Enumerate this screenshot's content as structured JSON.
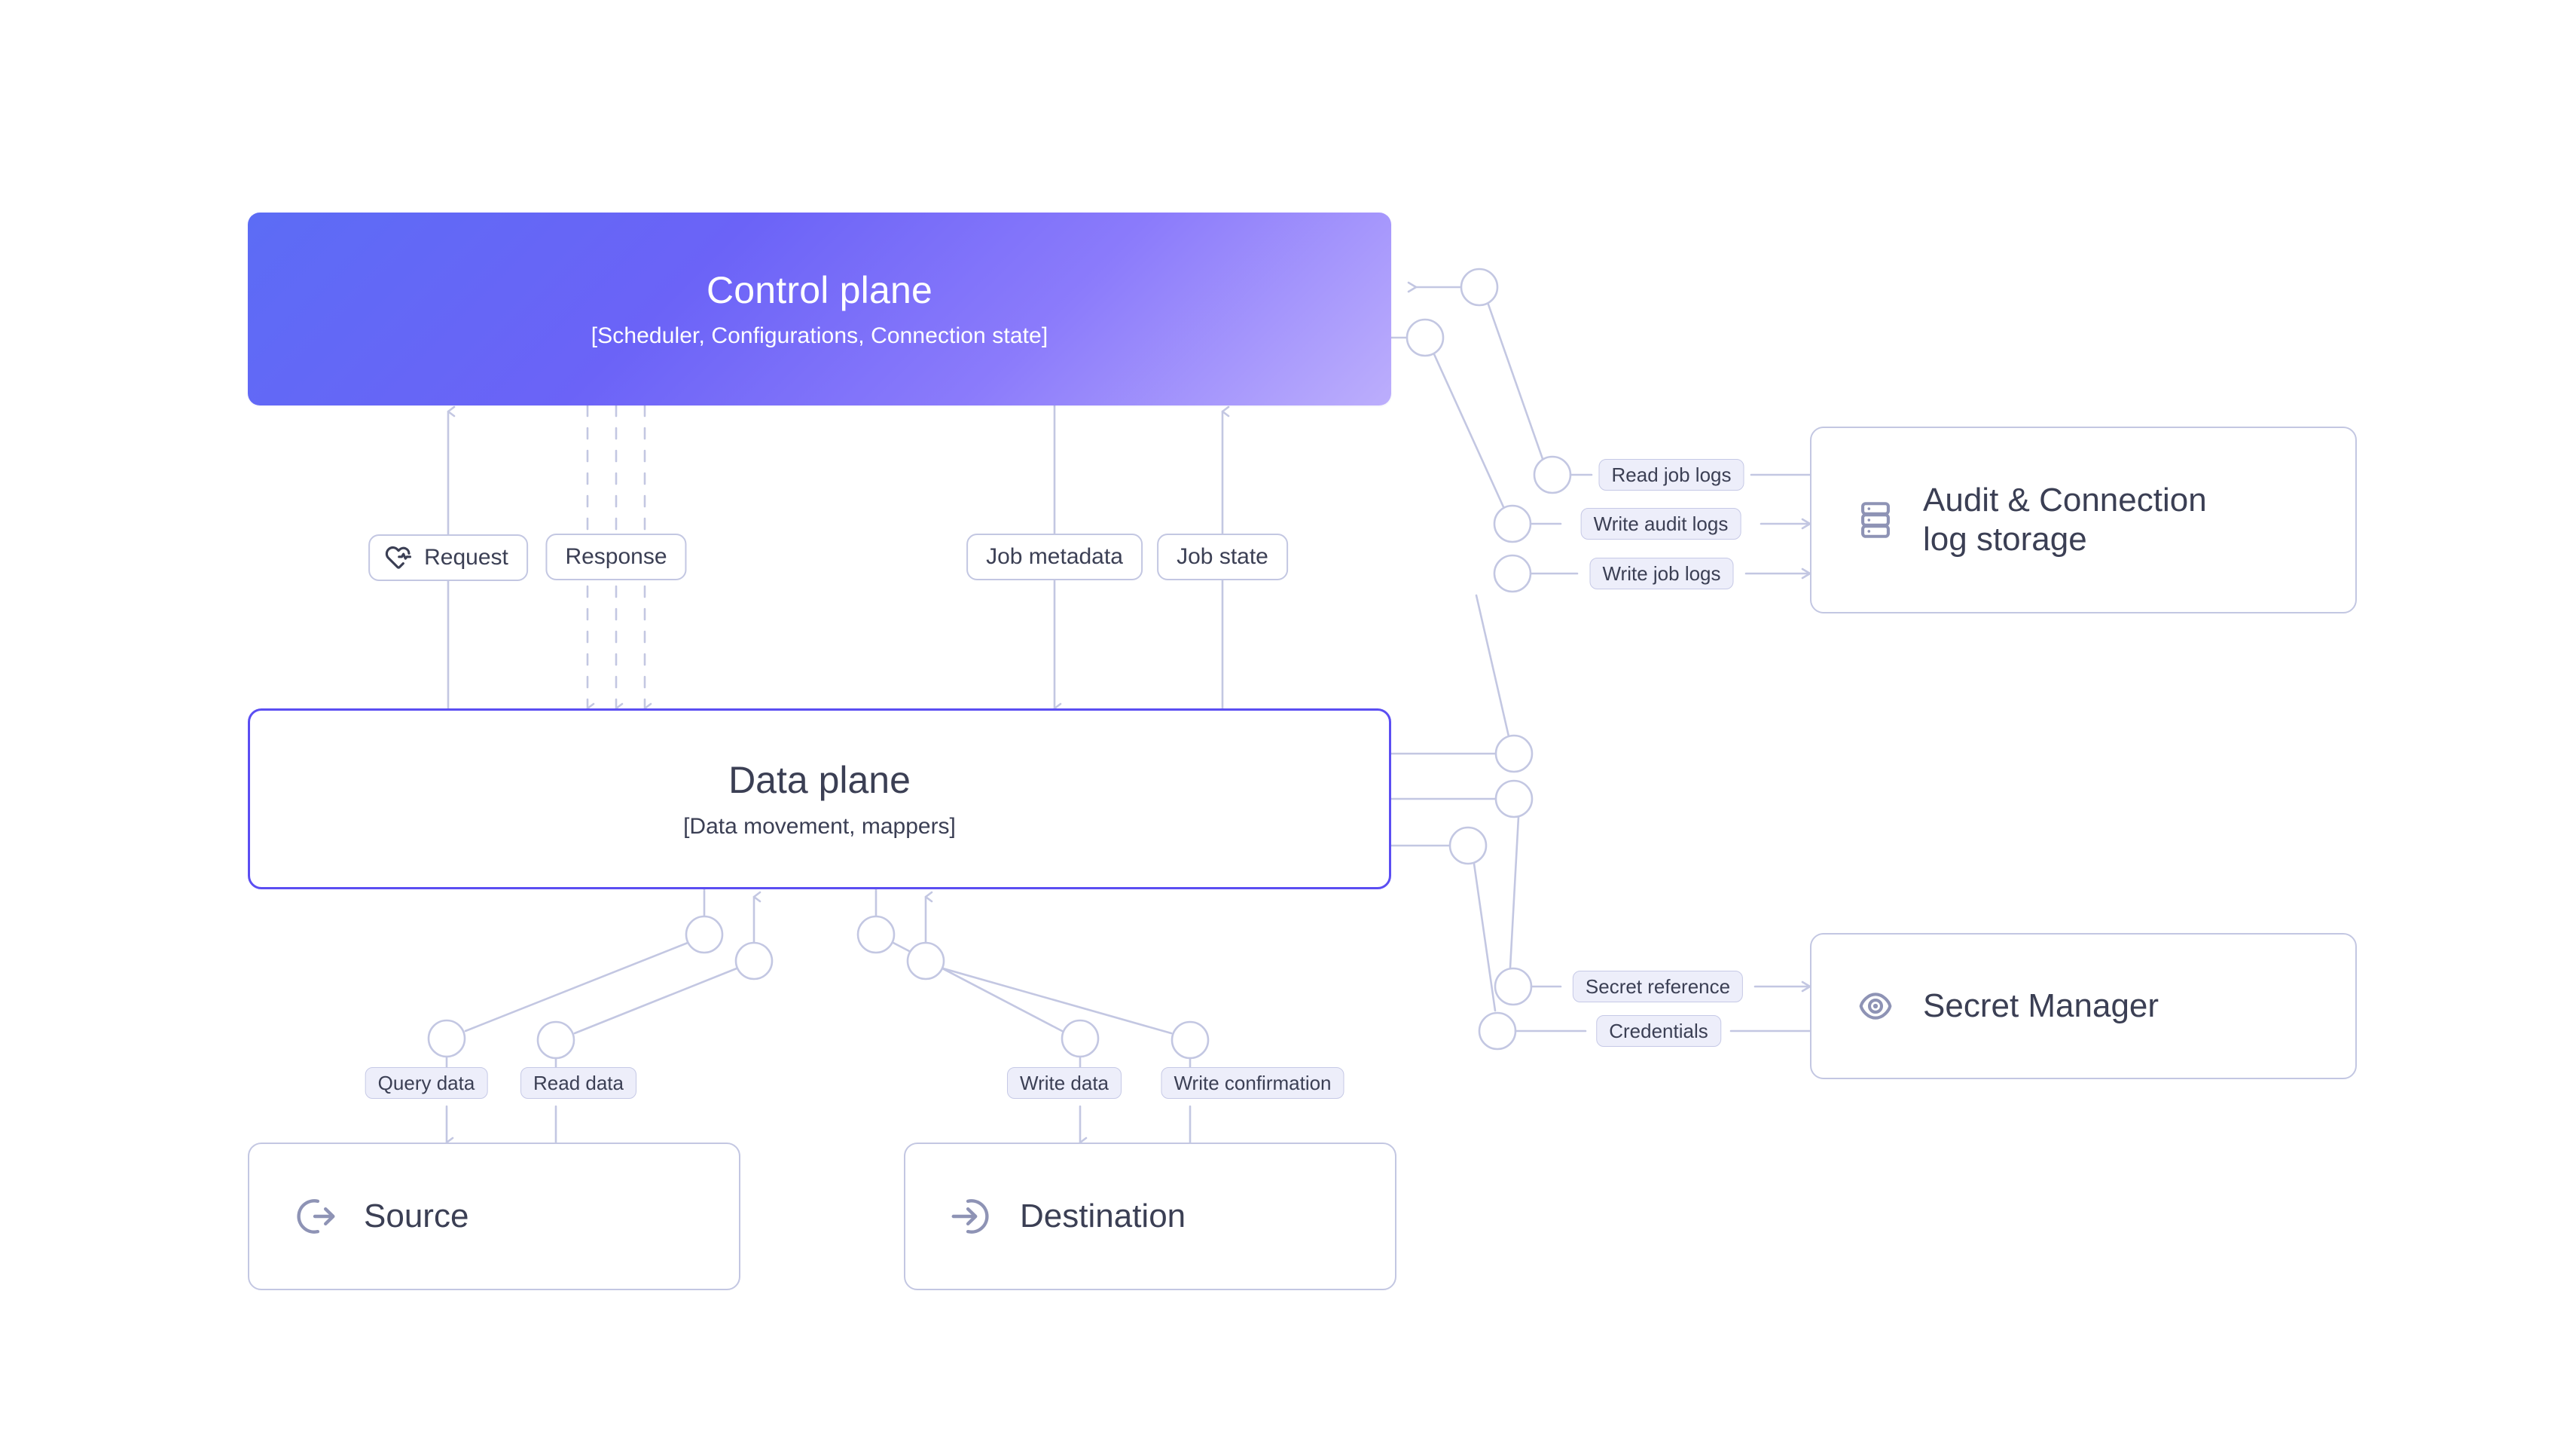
{
  "diagram": {
    "title": "Control plane / Data plane architecture",
    "background": "#ffffff",
    "colors": {
      "control_plane_gradient_start": "#5c6cf5",
      "control_plane_gradient_end": "#bcaefc",
      "data_plane_border": "#5b4ef2",
      "node_border": "#c3c7e2",
      "pill_fill": "#edeefa",
      "pill_border": "#c6c9e6",
      "connector": "#c3c7e2",
      "text": "#3b3f54",
      "text_on_accent": "#ffffff"
    },
    "nodes": {
      "control_plane": {
        "title": "Control plane",
        "subtitle": "[Scheduler, Configurations, Connection state]"
      },
      "data_plane": {
        "title": "Data plane",
        "subtitle": "[Data movement, mappers]"
      },
      "source": {
        "title": "Source",
        "icon": "log-out-icon"
      },
      "destination": {
        "title": "Destination",
        "icon": "log-in-icon"
      },
      "audit_log_storage": {
        "title": "Audit & Connection log storage",
        "title_line1": "Audit & Connection",
        "title_line2": "log storage",
        "icon": "server-stack-icon"
      },
      "secret_manager": {
        "title": "Secret Manager",
        "icon": "eye-icon"
      }
    },
    "edge_labels": {
      "request": {
        "text": "Request",
        "icon": "heart-pulse-icon",
        "style": "card"
      },
      "response": {
        "text": "Response",
        "style": "card"
      },
      "job_metadata": {
        "text": "Job metadata",
        "style": "card"
      },
      "job_state": {
        "text": "Job state",
        "style": "card"
      },
      "read_job_logs": {
        "text": "Read job logs",
        "style": "pill"
      },
      "write_audit_logs": {
        "text": "Write audit logs",
        "style": "pill"
      },
      "write_job_logs": {
        "text": "Write job logs",
        "style": "pill"
      },
      "secret_reference": {
        "text": "Secret reference",
        "style": "pill"
      },
      "credentials": {
        "text": "Credentials",
        "style": "pill"
      },
      "query_data": {
        "text": "Query data",
        "style": "pill"
      },
      "read_data": {
        "text": "Read data",
        "style": "pill"
      },
      "write_data": {
        "text": "Write data",
        "style": "pill"
      },
      "write_confirmation": {
        "text": "Write confirmation",
        "style": "pill"
      }
    }
  }
}
